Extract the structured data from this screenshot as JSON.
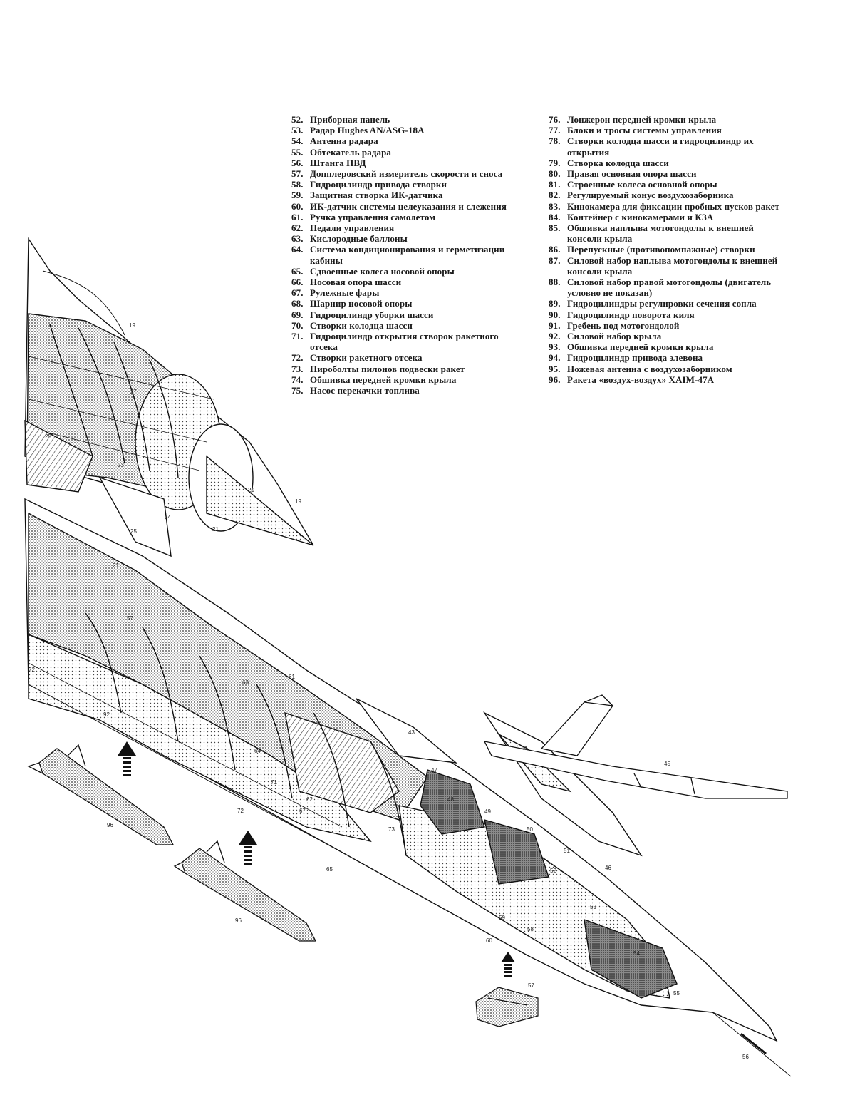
{
  "legend_left": [
    {
      "num": "52.",
      "text": "Приборная панель"
    },
    {
      "num": "53.",
      "text": "Радар Hughes AN/ASG-18A"
    },
    {
      "num": "54.",
      "text": "Антенна радара"
    },
    {
      "num": "55.",
      "text": "Обтекатель радара"
    },
    {
      "num": "56.",
      "text": "Штанга ПВД"
    },
    {
      "num": "57.",
      "text": "Допплеровский измеритель скорости и сноса"
    },
    {
      "num": "58.",
      "text": "Гидроцилиндр привода створки"
    },
    {
      "num": "59.",
      "text": "Защитная створка ИК-датчика"
    },
    {
      "num": "60.",
      "text": "ИК-датчик системы целеуказания и слежения"
    },
    {
      "num": "61.",
      "text": "Ручка управления самолетом"
    },
    {
      "num": "62.",
      "text": "Педали управления"
    },
    {
      "num": "63.",
      "text": "Кислородные баллоны"
    },
    {
      "num": "64.",
      "text": "Система кондиционирования и герметизации кабины"
    },
    {
      "num": "65.",
      "text": "Сдвоенные колеса носовой опоры"
    },
    {
      "num": "66.",
      "text": "Носовая опора шасси"
    },
    {
      "num": "67.",
      "text": "Рулежные фары"
    },
    {
      "num": "68.",
      "text": "Шарнир носовой опоры"
    },
    {
      "num": "69.",
      "text": "Гидроцилиндр уборки шасси"
    },
    {
      "num": "70.",
      "text": "Створки колодца шасси"
    },
    {
      "num": "71.",
      "text": "Гидроцилиндр открытия створок ракетного отсека"
    },
    {
      "num": "72.",
      "text": "Створки ракетного отсека"
    },
    {
      "num": "73.",
      "text": "Пироболты пилонов подвески ракет"
    },
    {
      "num": "74.",
      "text": "Обшивка передней кромки крыла"
    },
    {
      "num": "75.",
      "text": "Насос перекачки топлива"
    }
  ],
  "legend_right": [
    {
      "num": "76.",
      "text": "Лонжерон передней кромки крыла"
    },
    {
      "num": "77.",
      "text": "Блоки и тросы системы управления"
    },
    {
      "num": "78.",
      "text": "Створки колодца шасси и гидроцилиндр их открытия"
    },
    {
      "num": "79.",
      "text": "Створка колодца шасси"
    },
    {
      "num": "80.",
      "text": "Правая основная опора шасси"
    },
    {
      "num": "81.",
      "text": "Строенные колеса основной опоры"
    },
    {
      "num": "82.",
      "text": "Регулируемый конус воздухозаборника"
    },
    {
      "num": "83.",
      "text": "Кинокамера для фиксации пробных пусков ракет"
    },
    {
      "num": "84.",
      "text": "Контейнер с кинокамерами и КЗА"
    },
    {
      "num": "85.",
      "text": "Обшивка наплыва мотогондолы к внешней консоли крыла"
    },
    {
      "num": "86.",
      "text": "Перепускные (противопомпажные) створки"
    },
    {
      "num": "87.",
      "text": "Силовой набор наплыва мотогондолы к внешней консоли крыла"
    },
    {
      "num": "88.",
      "text": "Силовой набор правой мотогондолы (двигатель условно не показан)"
    },
    {
      "num": "89.",
      "text": "Гидроцилиндры регулировки сечения сопла"
    },
    {
      "num": "90.",
      "text": "Гидроцилиндр поворота киля"
    },
    {
      "num": "91.",
      "text": "Гребень под мотогондолой"
    },
    {
      "num": "92.",
      "text": "Силовой набор крыла"
    },
    {
      "num": "93.",
      "text": "Обшивка передней кромки крыла"
    },
    {
      "num": "94.",
      "text": "Гидроцилиндр привода элевона"
    },
    {
      "num": "95.",
      "text": "Ножевая антенна с воздухозаборником"
    },
    {
      "num": "96.",
      "text": "Ракета «воздух-воздух» XAIM-47A"
    }
  ],
  "callouts": [
    "19",
    "27",
    "25",
    "23",
    "20",
    "24",
    "25",
    "21",
    "19",
    "21",
    "57",
    "92",
    "72",
    "72",
    "61",
    "63",
    "64",
    "62",
    "67",
    "65",
    "71",
    "73",
    "43",
    "44",
    "45",
    "47",
    "48",
    "49",
    "50",
    "51",
    "52",
    "53",
    "54",
    "55",
    "56",
    "46",
    "60",
    "58",
    "59",
    "57",
    "96",
    "96"
  ]
}
